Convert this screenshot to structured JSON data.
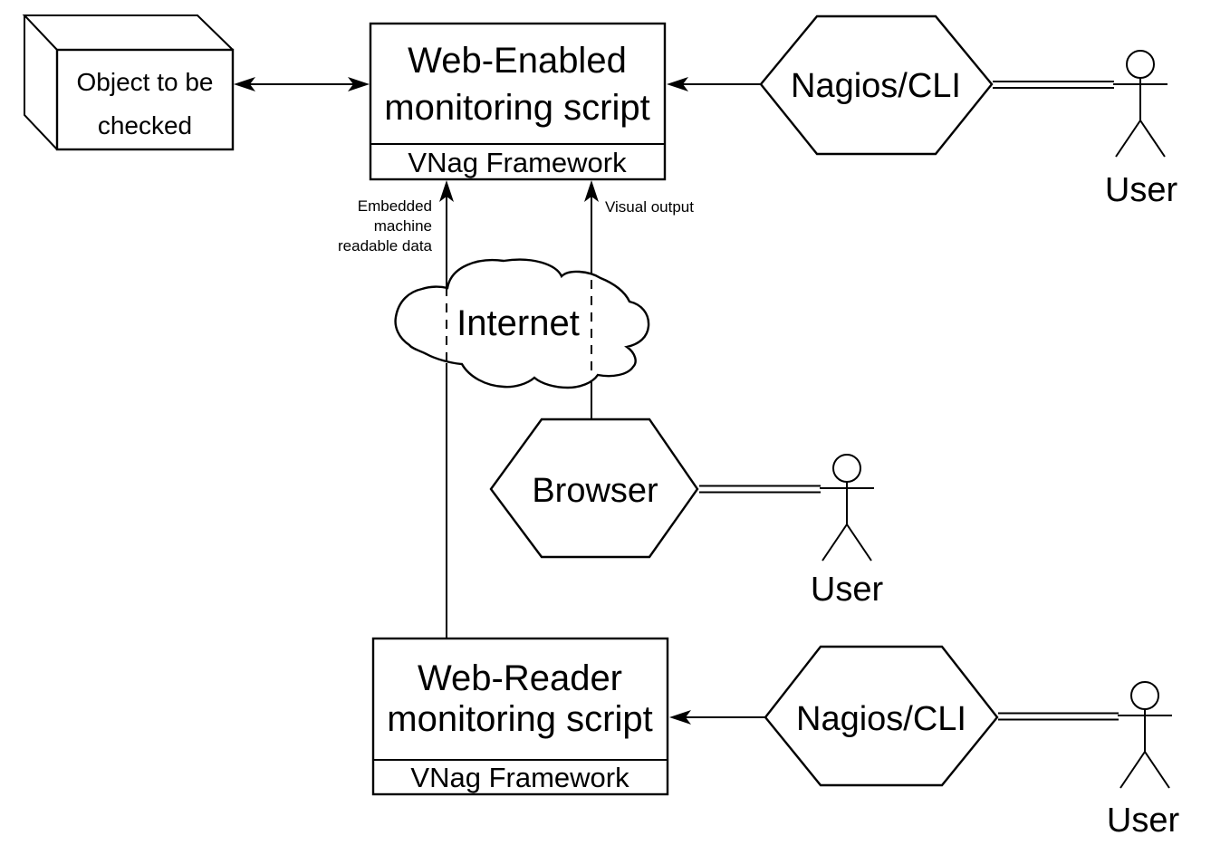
{
  "diagram": {
    "background_color": "#ffffff",
    "line_color": "#000000",
    "object_box": {
      "line1": "Object to be",
      "line2": "checked"
    },
    "web_enabled_box": {
      "title_line1": "Web-Enabled",
      "title_line2": "monitoring script",
      "framework": "VNag Framework"
    },
    "web_reader_box": {
      "title_line1": "Web-Reader",
      "title_line2": "monitoring script",
      "framework": "VNag Framework"
    },
    "hexagon_nagios_top": {
      "label": "Nagios/CLI"
    },
    "hexagon_browser": {
      "label": "Browser"
    },
    "hexagon_nagios_bottom": {
      "label": "Nagios/CLI"
    },
    "cloud": {
      "label": "Internet",
      "icon": "cloud-icon"
    },
    "labels": {
      "embedded_line1": "Embedded",
      "embedded_line2": "machine",
      "embedded_line3": "readable data",
      "visual_output": "Visual output"
    },
    "users": {
      "top": "User",
      "middle": "User",
      "bottom": "User",
      "icon": "user-stick-figure-icon"
    }
  }
}
